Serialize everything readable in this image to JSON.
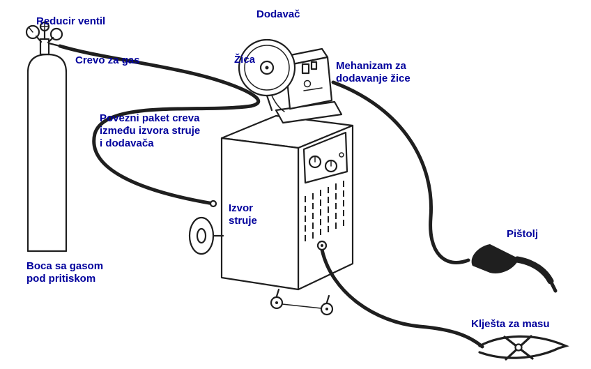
{
  "diagram": {
    "label_color": "#00009C",
    "ink_color": "#1f1f1f",
    "labels": {
      "reducir_ventil": "Reducir ventil",
      "crevo_za_gas": "Crevo za gas",
      "dodavac": "Dodavač",
      "zica": "Žica",
      "mehanizam": "Mehanizam za\ndodavanje žice",
      "povezni_paket": "Povezni paket creva\nizmeđu izvora struje\ni dodavača",
      "izvor_struje": "Izvor\nstruje",
      "boca": "Boca sa gasom\npod pritiskom",
      "pistolj": "Pištolj",
      "kljesta": "Klješta za masu"
    }
  }
}
